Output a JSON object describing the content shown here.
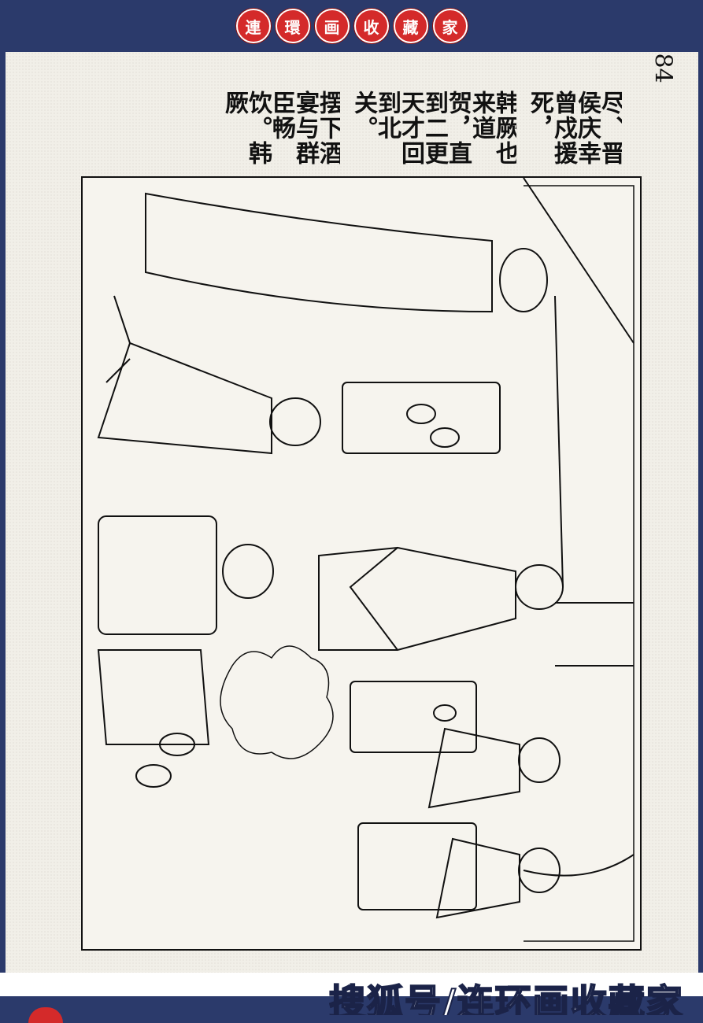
{
  "header": {
    "badges": [
      "連",
      "環",
      "画",
      "收",
      "藏",
      "家"
    ]
  },
  "page": {
    "page_number": "84",
    "caption_lines": [
      "尽、晋侯庆幸曾戍援死，",
      "韩厥也来道贺，直到二更天才回到北关。",
      "摆下酒宴与群臣畅饮。韩厥"
    ]
  },
  "illustration": {
    "subject": "banquet-scene-line-drawing"
  },
  "footer": {
    "watermark": "搜狐号/连环画收藏家"
  },
  "colors": {
    "frame": "#2b3a6b",
    "badge": "#d42a2a",
    "paper": "#f1efe8",
    "ink": "#111111"
  }
}
